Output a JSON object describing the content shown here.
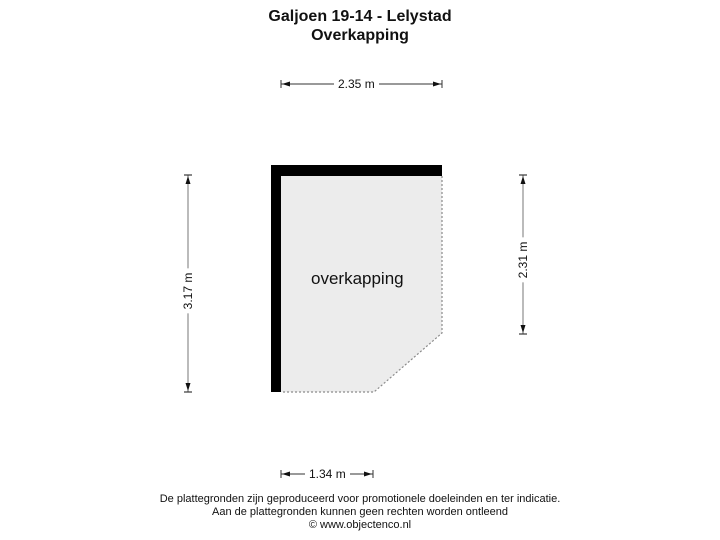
{
  "header": {
    "title": "Galjoen 19-14 - Lelystad",
    "subtitle": "Overkapping"
  },
  "floorplan": {
    "room_label": "overkapping",
    "fill_color": "#ececec",
    "wall_color": "#000000",
    "dimensions": {
      "top_width": "2.35 m",
      "left_height": "3.17 m",
      "right_height": "2.31 m",
      "bottom_width": "1.34 m"
    }
  },
  "footer": {
    "line1": "De plattegronden zijn geproduceerd voor promotionele doeleinden en ter indicatie.",
    "line2": "Aan de plattegronden kunnen geen rechten worden ontleend",
    "line3": "© www.objectenco.nl"
  }
}
